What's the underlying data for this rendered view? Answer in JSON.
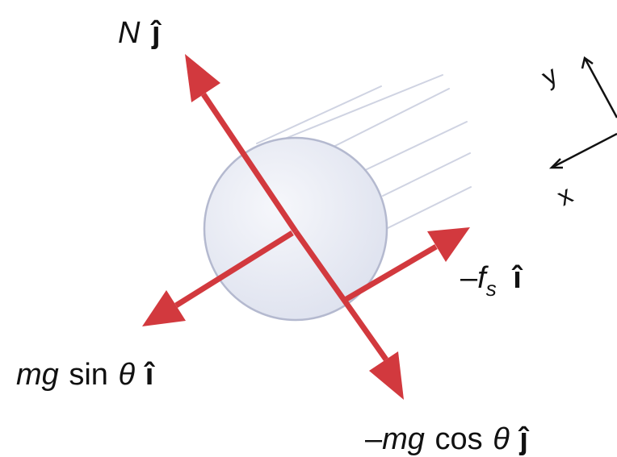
{
  "diagram": {
    "colors": {
      "arrow": "#d2393e",
      "ball_fill": "#e4e7f1",
      "ball_stroke": "#b4b9cf",
      "motion_lines": "#cfd3e2",
      "axes": "#111111",
      "text": "#111111"
    },
    "forces": {
      "normal": {
        "symbol": "N",
        "unit": "ĵ"
      },
      "gravity_perpendicular": {
        "minus": "–",
        "mg": "mg",
        "fn": "cos",
        "theta": "θ",
        "unit": "ĵ"
      },
      "gravity_parallel": {
        "mg": "mg",
        "fn": "sin",
        "theta": "θ",
        "unit": "î"
      },
      "static_friction": {
        "minus": "–",
        "f": "f",
        "sub": "s",
        "unit": "î"
      }
    },
    "axes": {
      "y": "y",
      "x": "x"
    }
  }
}
